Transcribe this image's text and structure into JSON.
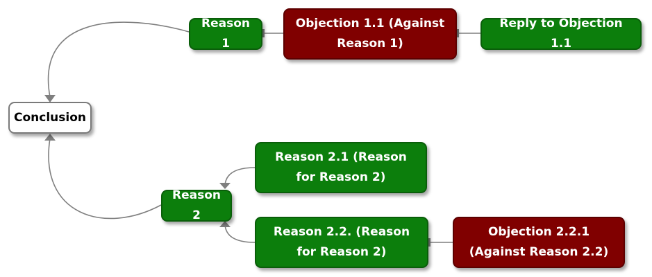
{
  "nodes": {
    "conclusion": "Conclusion",
    "reason_1": "Reason 1",
    "objection_1_1": "Objection 1.1 (Against Reason 1)",
    "reply_objection_1_1": "Reply to Objection 1.1",
    "reason_2": "Reason 2",
    "reason_2_1": "Reason 2.1 (Reason for Reason 2)",
    "reason_2_2": "Reason 2.2. (Reason for Reason 2)",
    "objection_2_2_1": "Objection 2.2.1 (Against Reason 2.2)"
  },
  "colors": {
    "reason": "#0c7e0c",
    "objection": "#800000",
    "conclusion": "#ffffff",
    "connector": "#7f7f7f"
  }
}
